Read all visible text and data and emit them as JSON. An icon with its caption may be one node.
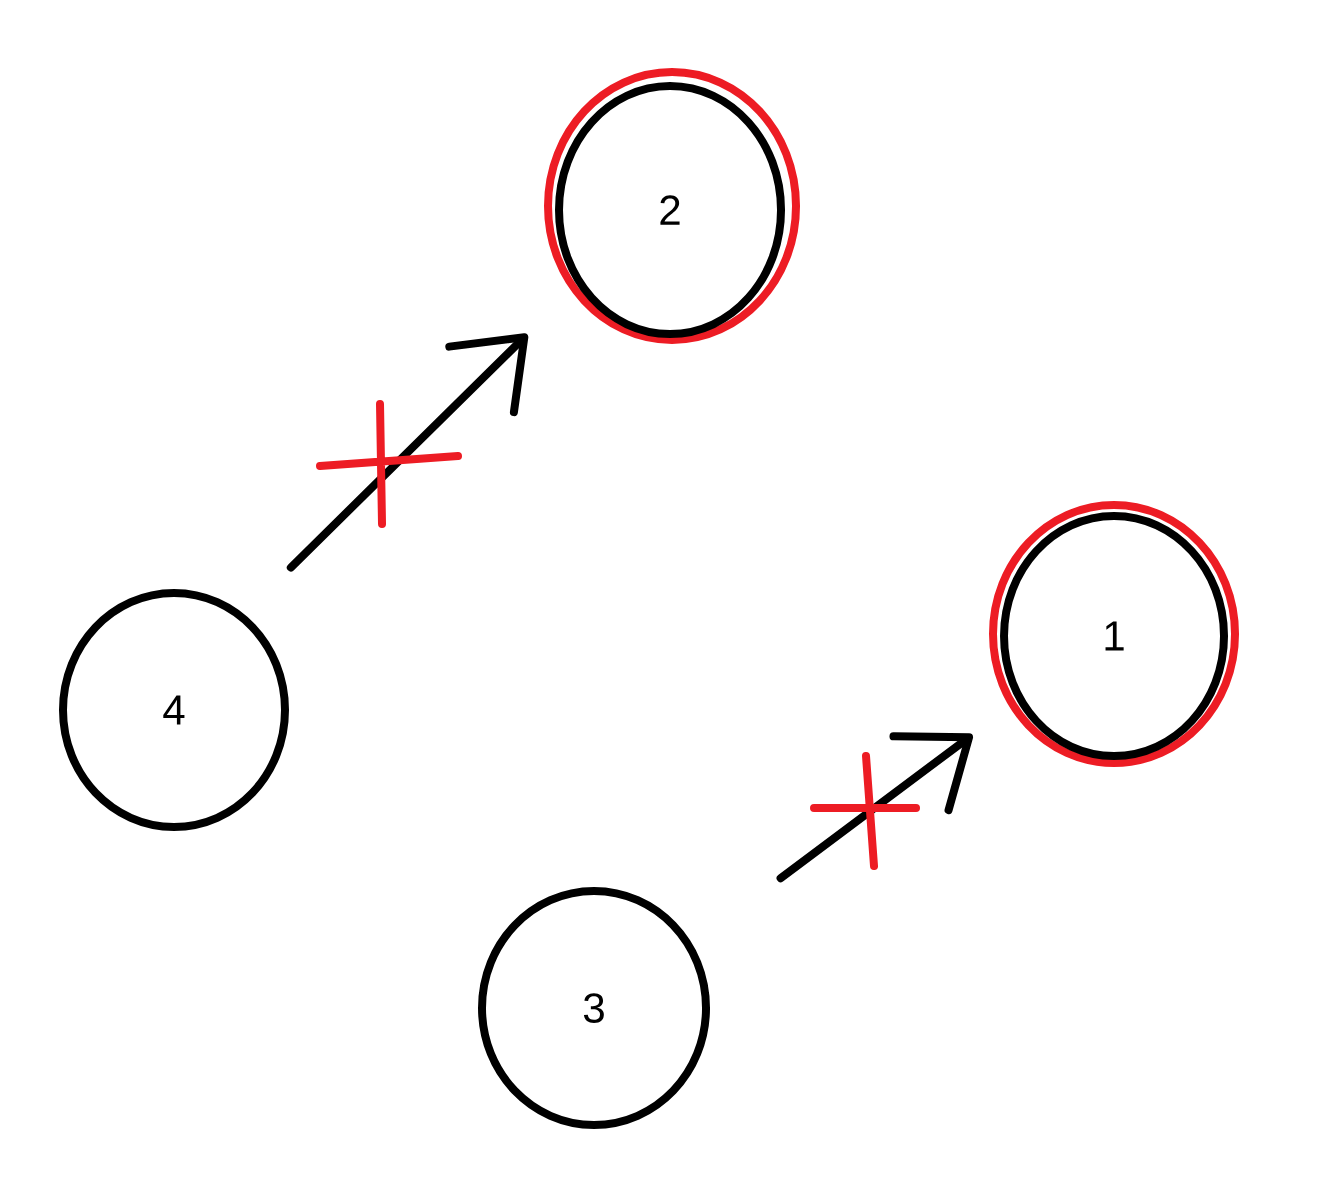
{
  "diagram": {
    "nodes": [
      {
        "text": [
          "2"
        ]
      },
      {
        "text": [
          "1"
        ]
      },
      {
        "text": [
          "4"
        ]
      },
      {
        "text": [
          "3"
        ]
      }
    ],
    "edges": [
      {
        "from": 2,
        "to": 0,
        "arrow": "to"
      },
      {
        "from": 3,
        "to": 1,
        "arrow": "to"
      }
    ]
  }
}
